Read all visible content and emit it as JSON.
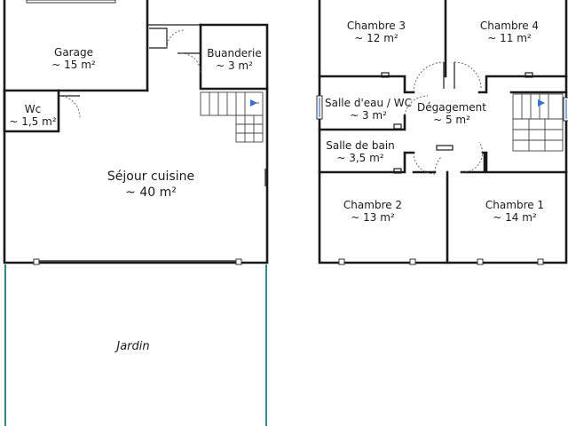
{
  "rooms": {
    "garage": {
      "name": "Garage",
      "area": "~ 15 m²"
    },
    "buanderie": {
      "name": "Buanderie",
      "area": "~ 3 m²"
    },
    "wc": {
      "name": "Wc",
      "area": "~ 1,5 m²"
    },
    "sejour": {
      "name": "Séjour cuisine",
      "area": "~ 40 m²"
    },
    "jardin": {
      "name": "Jardin"
    },
    "chambre3": {
      "name": "Chambre 3",
      "area": "~ 12 m²"
    },
    "chambre4": {
      "name": "Chambre 4",
      "area": "~ 11 m²"
    },
    "salle_eau": {
      "name": "Salle d'eau / WC",
      "area": "~ 3 m²"
    },
    "degagement": {
      "name": "Dégagement",
      "area": "~ 5 m²"
    },
    "salle_bain": {
      "name": "Salle de bain",
      "area": "~ 3,5 m²"
    },
    "chambre2": {
      "name": "Chambre 2",
      "area": "~ 13 m²"
    },
    "chambre1": {
      "name": "Chambre 1",
      "area": "~ 14 m²"
    }
  },
  "colors": {
    "walls": "#1a1a1a",
    "garden_edge": "#2e8b8b",
    "window_accent": "#3a6fd0"
  }
}
